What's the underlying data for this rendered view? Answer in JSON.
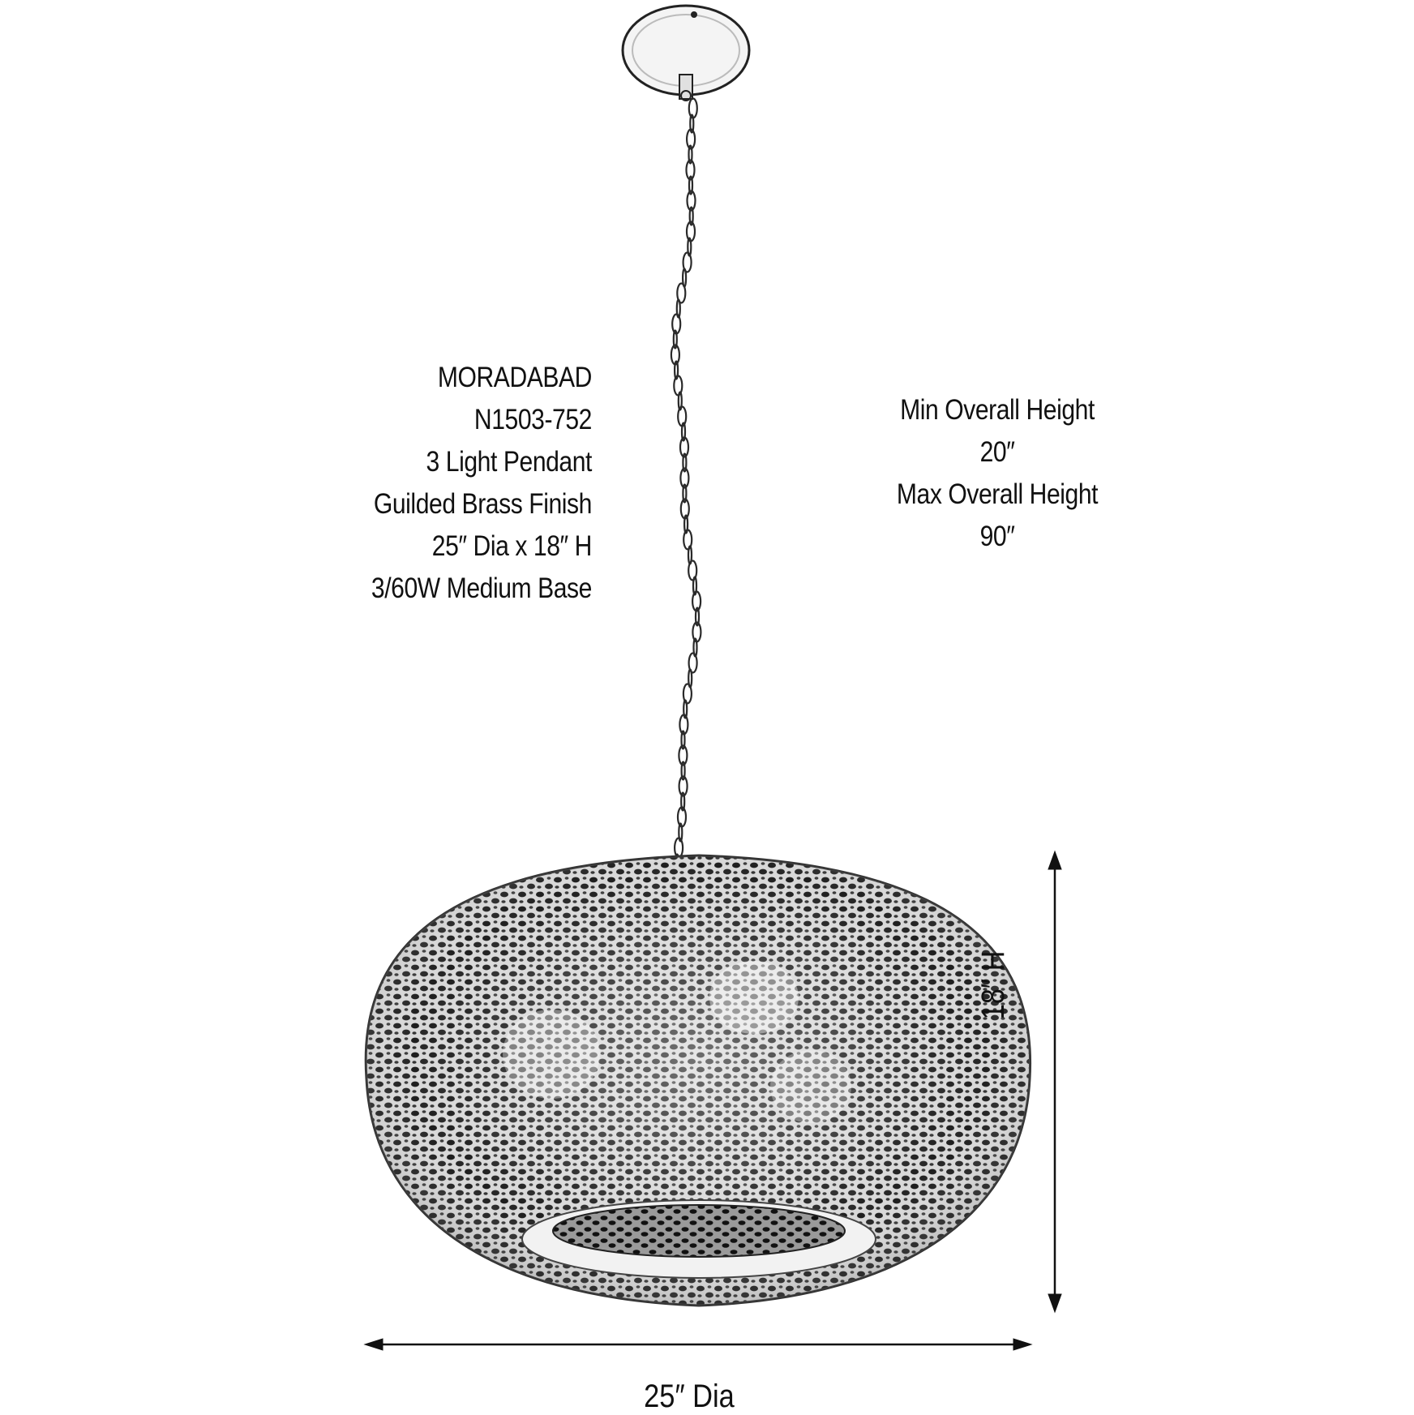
{
  "product": {
    "name": "MORADABAD",
    "model": "N1503-752",
    "type": "3 Light Pendant",
    "finish": "Guilded Brass Finish",
    "size": "25″ Dia x 18″ H",
    "bulbs": "3/60W Medium Base"
  },
  "heights": {
    "min_label": "Min Overall Height",
    "min_value": "20″",
    "max_label": "Max Overall Height",
    "max_value": "90″"
  },
  "dimensions": {
    "width_label": "25″ Dia",
    "height_label": "18″ H"
  },
  "colors": {
    "line": "#111111",
    "shade_fill": "#5a5a5a",
    "background": "#ffffff"
  }
}
